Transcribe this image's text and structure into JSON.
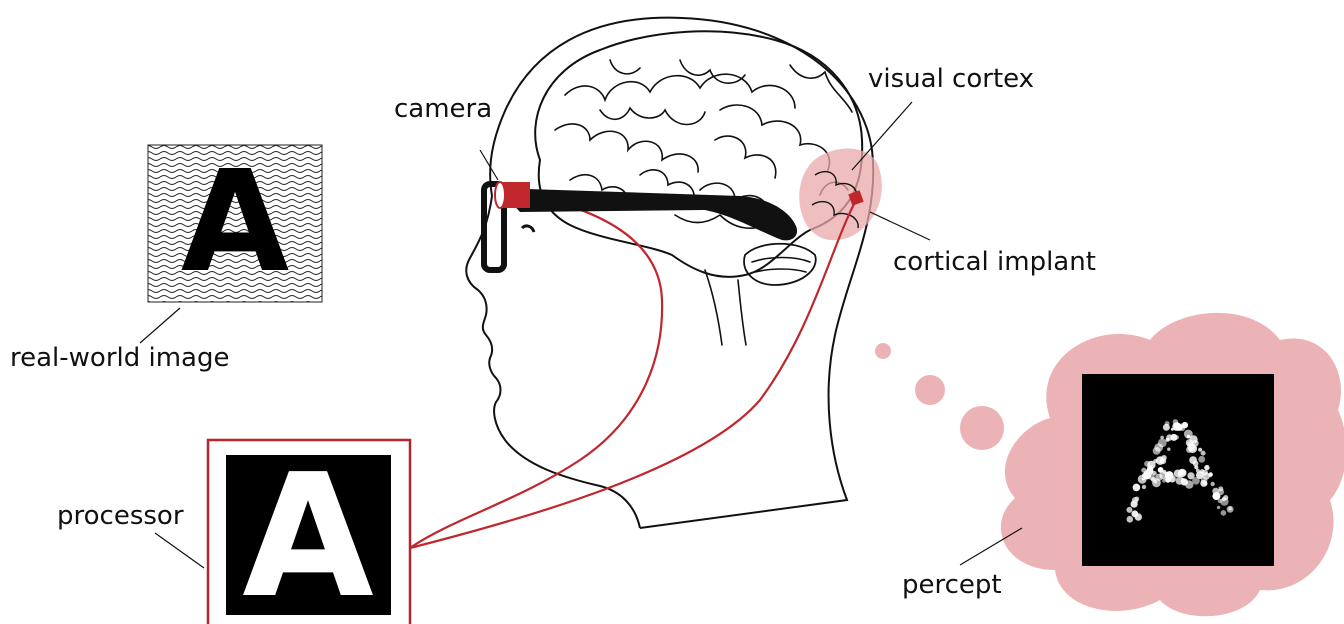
{
  "labels": {
    "camera": "camera",
    "visual_cortex": "visual cortex",
    "cortical_implant": "cortical implant",
    "real_world_image": "real-world image",
    "processor": "processor",
    "percept": "percept"
  },
  "letter": "A",
  "colors": {
    "wire": "#c0272d",
    "camera": "#c0272d",
    "cortex_highlight": "#e9a9ab",
    "thought_cloud": "#ebb3b5",
    "processor_frame": "#b3262b",
    "line": "#111111"
  }
}
